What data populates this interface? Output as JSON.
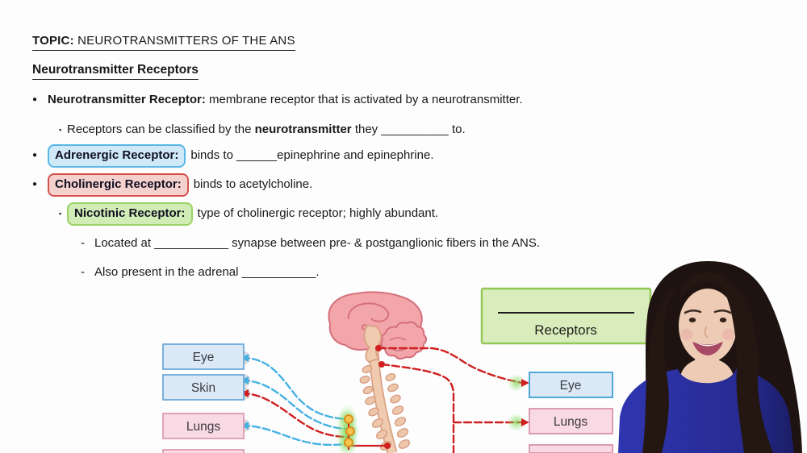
{
  "slide": {
    "topic_label": "TOPIC:",
    "topic_title": "NEUROTRANSMITTERS OF THE ANS",
    "heading": "Neurotransmitter Receptors"
  },
  "markers": {
    "l1": "●",
    "l2": "▪",
    "l3": "-"
  },
  "bullets": {
    "b1_term": "Neurotransmitter Receptor:",
    "b1_rest": " membrane receptor that is activated by a neurotransmitter.",
    "b2_pre": "Receptors can be classified by the ",
    "b2_bold": "neurotransmitter",
    "b2_mid": " they ",
    "b2_blank": "__________",
    "b2_end": " to.",
    "b3_term": "Adrenergic Receptor:",
    "b3_pre": "binds to ",
    "b3_blank": "______",
    "b3_end": "epinephrine and epinephrine.",
    "b4_term": "Cholinergic Receptor:",
    "b4_rest": "binds to acetylcholine.",
    "b5_term": "Nicotinic Receptor:",
    "b5_rest": "type of cholinergic receptor; highly abundant.",
    "b6_pre": "Located at ",
    "b6_blank": "___________",
    "b6_end": " synapse between pre- & postganglionic fibers in the ANS.",
    "b7_pre": "Also present in the adrenal ",
    "b7_blank": "___________",
    "b7_end": "."
  },
  "diagram": {
    "left_boxes": [
      "Eye",
      "Skin",
      "Lungs"
    ],
    "right_boxes": [
      "Eye",
      "Lungs"
    ],
    "receptors_blank": "_________________",
    "receptors_label": "Receptors"
  },
  "colors": {
    "adrenergic_fill": "#cfe9f8",
    "adrenergic_border": "#5ab7e8",
    "cholinergic_fill": "#f5d1ce",
    "cholinergic_border": "#d5524c",
    "nicotinic_fill": "#d2ecb6",
    "nicotinic_border": "#9ad264",
    "organ_blue_fill": "#dbe9f7",
    "organ_blue_border": "#6fa9da",
    "organ_pink_fill": "#f9d9e4",
    "organ_pink_border": "#dd9ab5",
    "receptors_box_fill": "#d9edbc",
    "receptors_box_border": "#94c956",
    "line_blue": "#45b1e3",
    "line_red": "#cf1f1f",
    "brain_fill": "#f2a6aa",
    "brain_stroke": "#d6707b",
    "cord_fill": "#f0cbb0",
    "cord_stroke": "#d9a183",
    "ganglion_fill": "#f6c24e",
    "ganglion_stroke": "#d98f1f",
    "glow_green": "#7ed957",
    "sweater_blue": "#2b2fa0"
  }
}
